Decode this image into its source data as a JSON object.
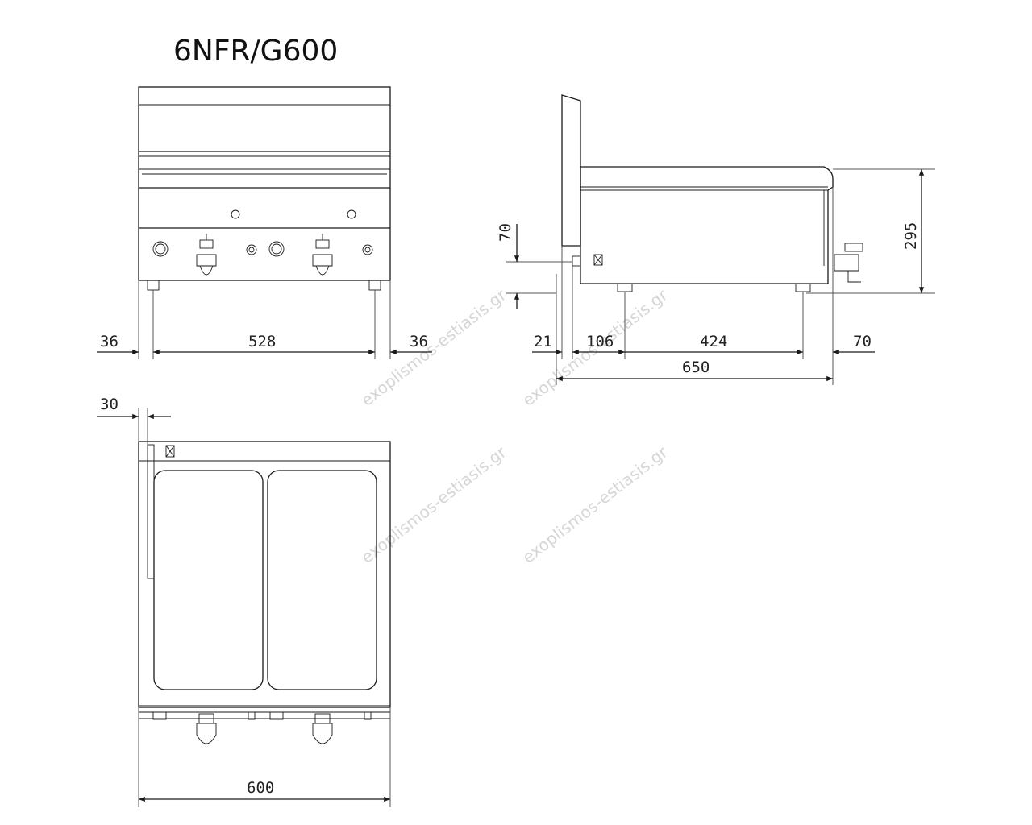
{
  "title": "6NFR/G600",
  "watermark": "exoplismos-estiasis.gr",
  "front_view": {
    "dim_left": "36",
    "dim_center": "528",
    "dim_right": "36"
  },
  "side_view": {
    "dim_vertical_small": "70",
    "dim_height": "295",
    "dim_21": "21",
    "dim_106": "106",
    "dim_424": "424",
    "dim_70": "70",
    "dim_depth": "650"
  },
  "top_view": {
    "dim_offset": "30",
    "dim_width": "600"
  }
}
